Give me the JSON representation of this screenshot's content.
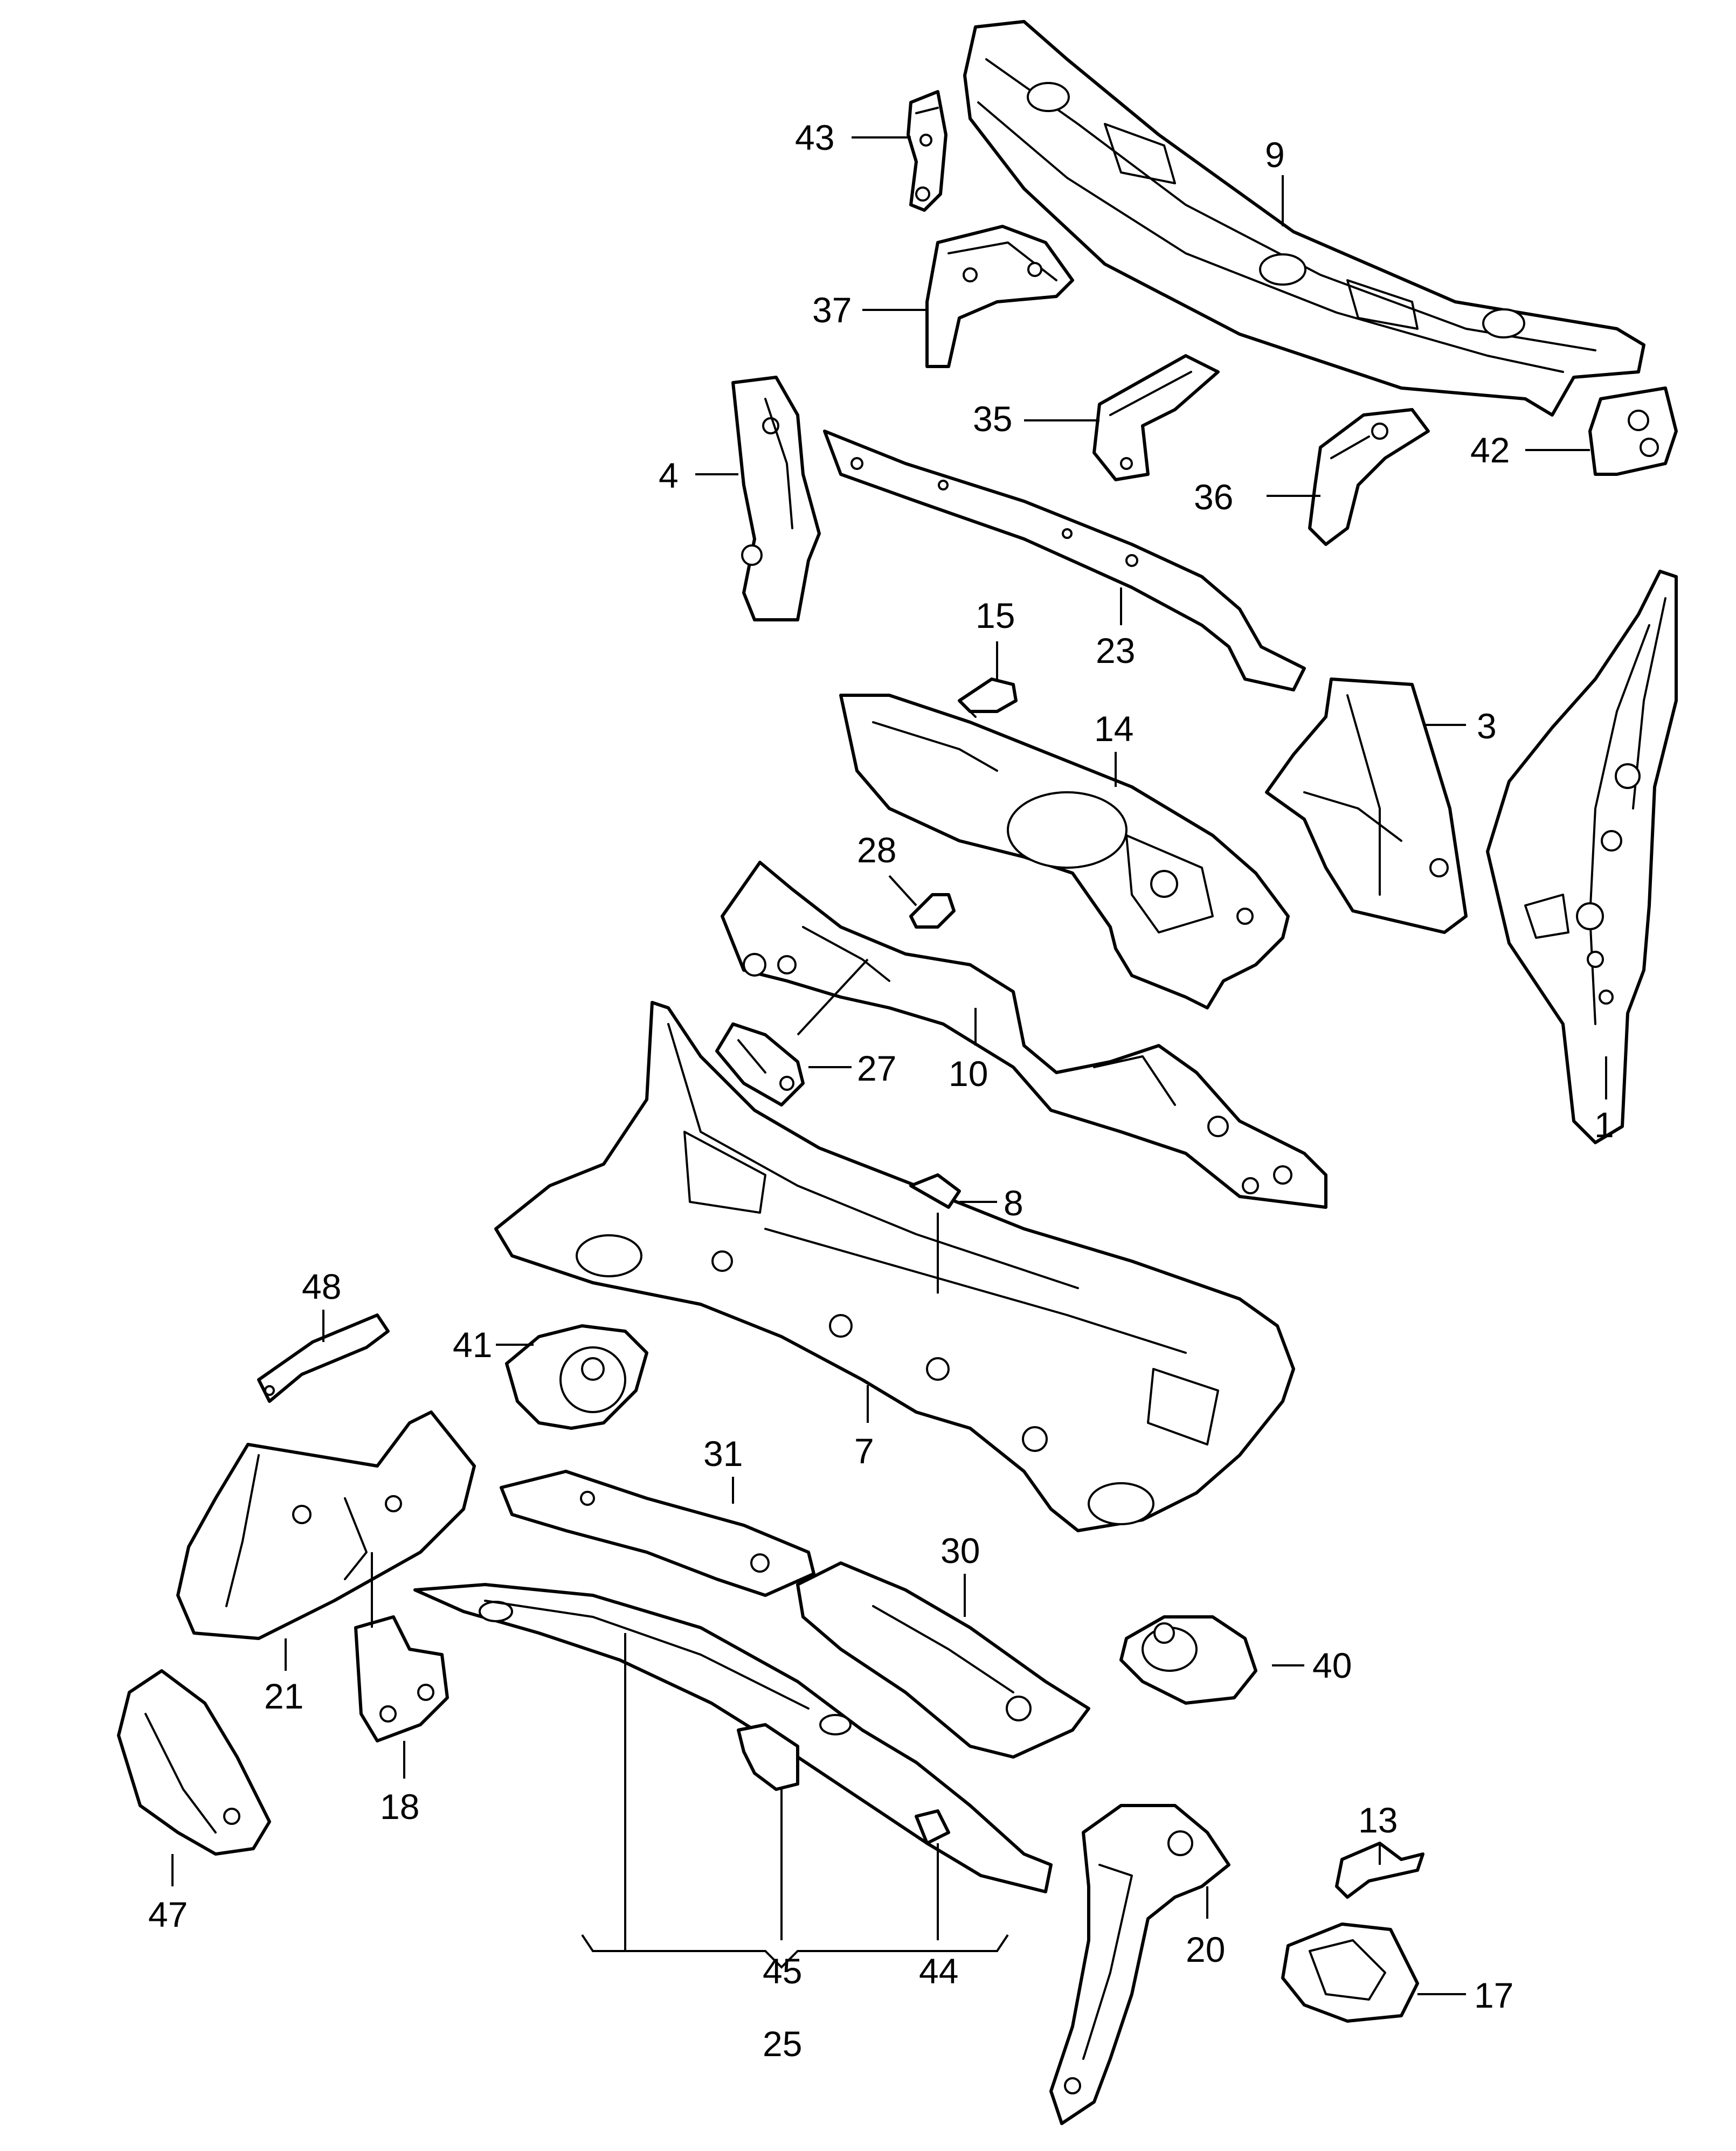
{
  "callouts": {
    "p1": "1",
    "p3": "3",
    "p4": "4",
    "p7": "7",
    "p8": "8",
    "p9": "9",
    "p10": "10",
    "p13": "13",
    "p14": "14",
    "p15": "15",
    "p17": "17",
    "p18": "18",
    "p20": "20",
    "p21": "21",
    "p23": "23",
    "p25": "25",
    "p27": "27",
    "p28": "28",
    "p30": "30",
    "p31": "31",
    "p35": "35",
    "p36": "36",
    "p37": "37",
    "p40": "40",
    "p41": "41",
    "p42": "42",
    "p43": "43",
    "p44": "44",
    "p45": "45",
    "p47": "47",
    "p48": "48"
  },
  "colors": {
    "line": "#000000",
    "background": "#ffffff"
  }
}
